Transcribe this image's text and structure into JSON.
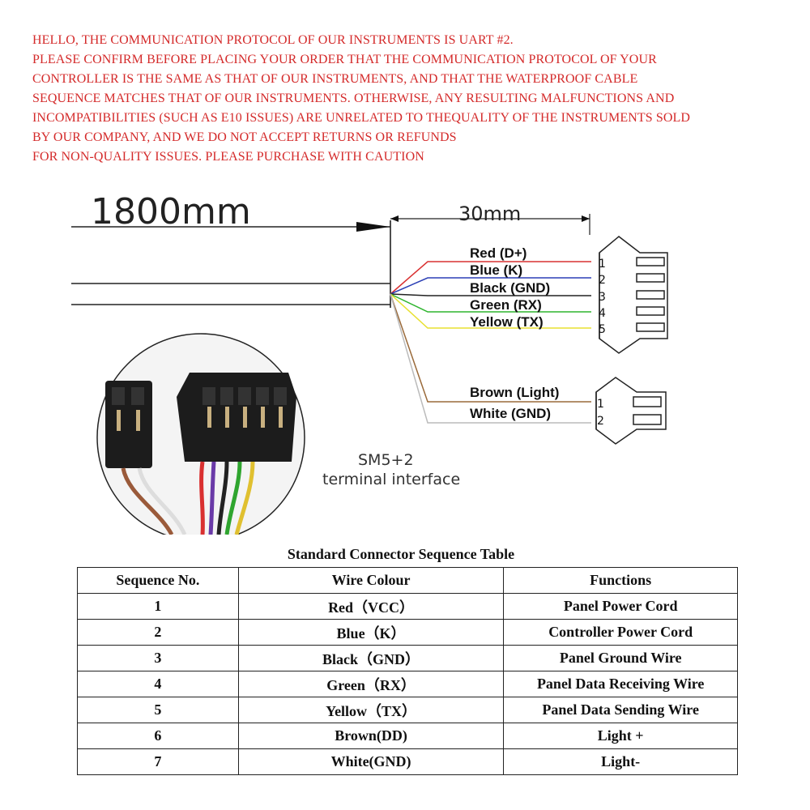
{
  "notice": {
    "lines": [
      "HELLO, THE COMMUNICATION PROTOCOL OF OUR INSTRUMENTS IS UART #2.",
      "PLEASE CONFIRM BEFORE PLACING YOUR ORDER THAT THE COMMUNICATION PROTOCOL OF YOUR",
      "CONTROLLER IS THE SAME AS THAT OF OUR INSTRUMENTS, AND THAT THE WATERPROOF CABLE",
      "SEQUENCE MATCHES THAT OF OUR INSTRUMENTS. OTHERWISE, ANY RESULTING MALFUNCTIONS AND",
      "INCOMPATIBILITIES (SUCH AS E10 ISSUES) ARE UNRELATED TO THEQUALITY OF THE INSTRUMENTS SOLD",
      "BY OUR COMPANY, AND WE DO NOT ACCEPT RETURNS OR REFUNDS",
      "FOR NON-QUALITY ISSUES. PLEASE PURCHASE WITH CAUTION"
    ],
    "color": "#d42a2a"
  },
  "diagram": {
    "cable_length": "1800mm",
    "lead_length": "30mm",
    "connector_5pin": {
      "wires": [
        {
          "label": "Red (D+)",
          "pin": "1",
          "color": "#d93030"
        },
        {
          "label": "Blue (K)",
          "pin": "2",
          "color": "#2b3fb5"
        },
        {
          "label": "Black (GND)",
          "pin": "3",
          "color": "#222222"
        },
        {
          "label": "Green (RX)",
          "pin": "4",
          "color": "#2fb52f"
        },
        {
          "label": "Yellow (TX)",
          "pin": "5",
          "color": "#e8e030"
        }
      ]
    },
    "connector_2pin": {
      "wires": [
        {
          "label": "Brown (Light)",
          "pin": "1",
          "color": "#9a6a3a"
        },
        {
          "label": "White (GND)",
          "pin": "2",
          "color": "#bbbbbb"
        }
      ]
    },
    "photo_caption_1": "SM5+2",
    "photo_caption_2": "terminal interface"
  },
  "table": {
    "title": "Standard Connector Sequence Table",
    "headers": [
      "Sequence No.",
      "Wire Colour",
      "Functions"
    ],
    "rows": [
      [
        "1",
        "Red（VCC）",
        "Panel Power Cord"
      ],
      [
        "2",
        "Blue（K）",
        "Controller Power Cord"
      ],
      [
        "3",
        "Black（GND）",
        "Panel Ground Wire"
      ],
      [
        "4",
        "Green（RX）",
        "Panel Data Receiving Wire"
      ],
      [
        "5",
        "Yellow（TX）",
        "Panel Data Sending Wire"
      ],
      [
        "6",
        "Brown(DD)",
        "Light +"
      ],
      [
        "7",
        "White(GND)",
        "Light-"
      ]
    ]
  }
}
